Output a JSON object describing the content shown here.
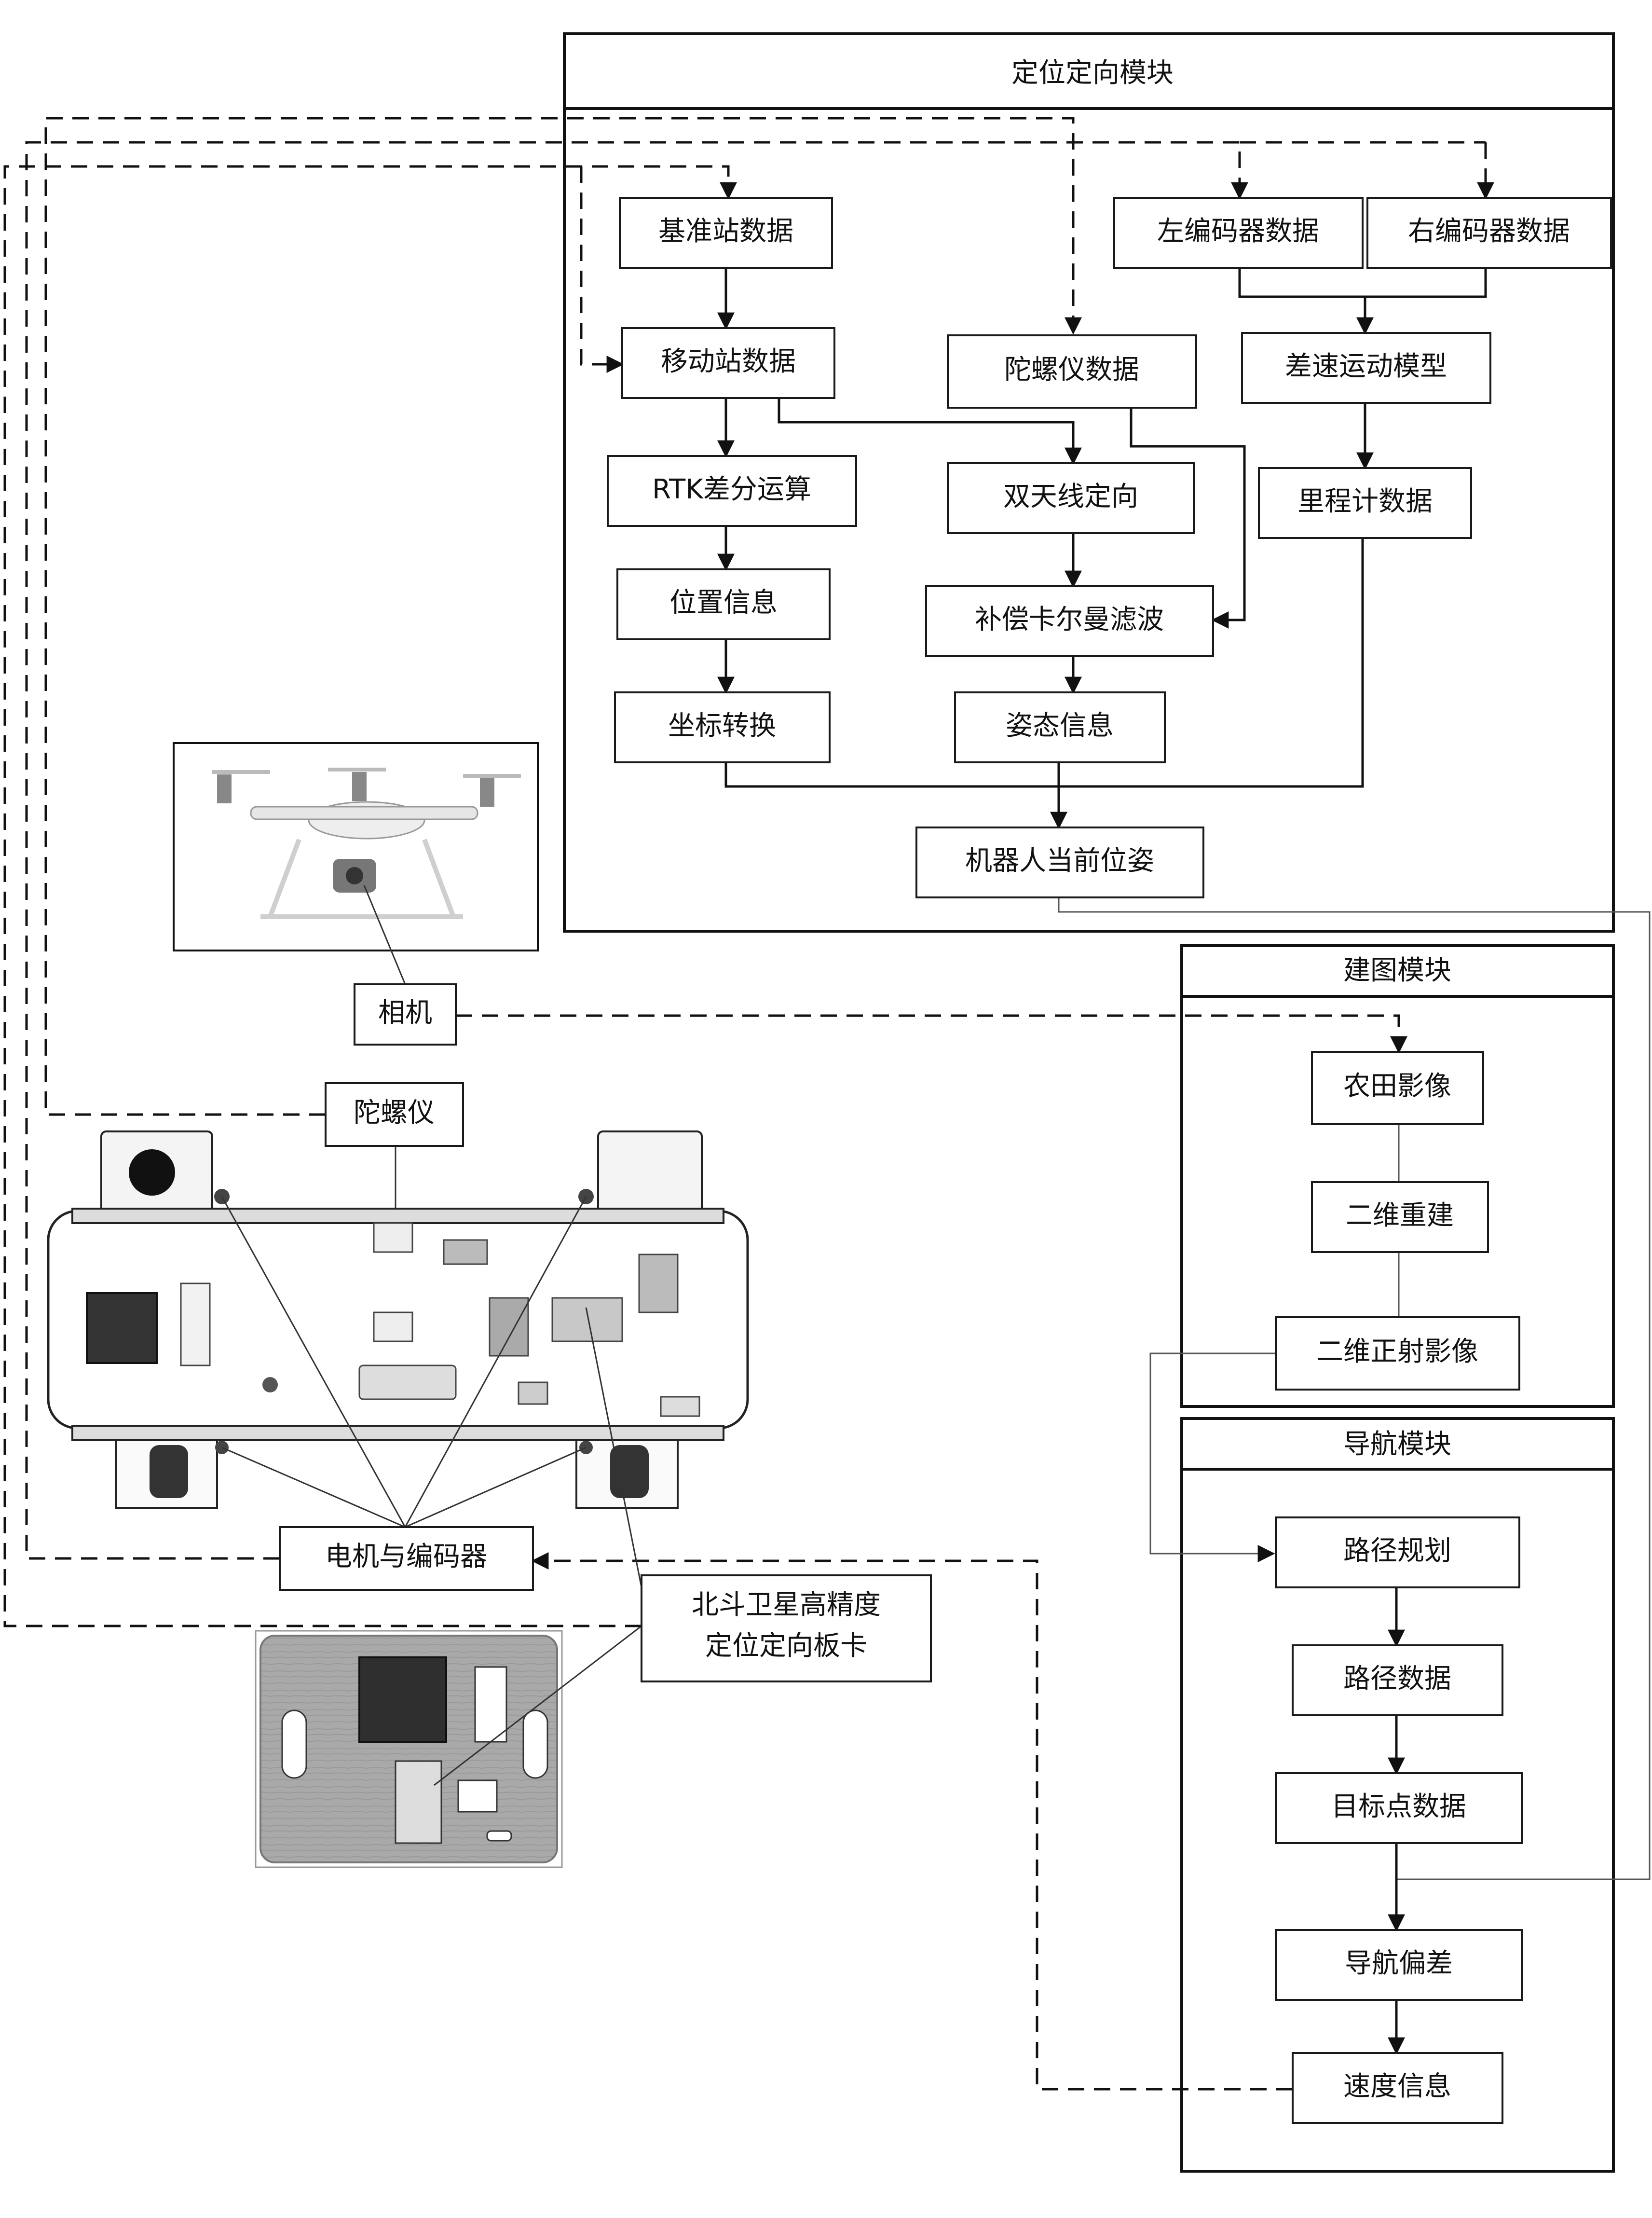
{
  "modules": {
    "positioning": "定位定向模块",
    "mapping": "建图模块",
    "navigation": "导航模块"
  },
  "positioning": {
    "base_station": "基准站数据",
    "rover_station": "移动站数据",
    "rtk": "RTK差分运算",
    "position": "位置信息",
    "coord_transform": "坐标转换",
    "gyro_data": "陀螺仪数据",
    "dual_antenna": "双天线定向",
    "kalman": "补偿卡尔曼滤波",
    "attitude": "姿态信息",
    "left_encoder": "左编码器数据",
    "right_encoder": "右编码器数据",
    "diff_model": "差速运动模型",
    "odometry": "里程计数据",
    "robot_pose": "机器人当前位姿"
  },
  "mapping": {
    "field_image": "农田影像",
    "reconstruction": "二维重建",
    "ortho_image": "二维正射影像"
  },
  "navigation": {
    "path_planning": "路径规划",
    "path_data": "路径数据",
    "target_data": "目标点数据",
    "nav_deviation": "导航偏差",
    "speed_info": "速度信息"
  },
  "hardware": {
    "camera": "相机",
    "gyroscope": "陀螺仪",
    "motor_encoder": "电机与编码器",
    "beidou_line1": "北斗卫星高精度",
    "beidou_line2": "定位定向板卡"
  },
  "icons": [
    "drone-icon",
    "robot-chassis-icon",
    "positioning-board-icon"
  ]
}
